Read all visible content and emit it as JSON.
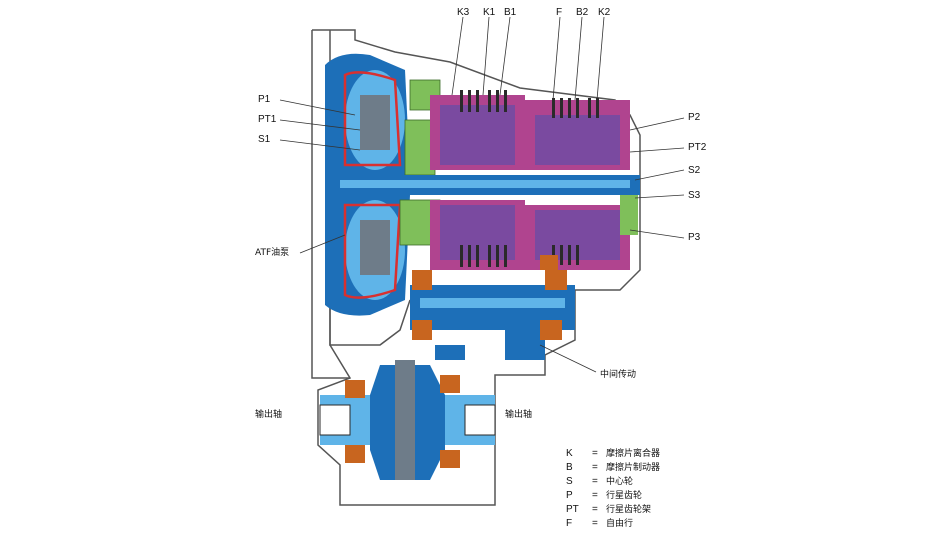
{
  "top_labels": {
    "k3": "K3",
    "k1": "K1",
    "b1": "B1",
    "f": "F",
    "b2": "B2",
    "k2": "K2"
  },
  "left_labels": {
    "p1": "P1",
    "pt1": "PT1",
    "s1": "S1",
    "atf": "ATF油泵"
  },
  "right_labels": {
    "p2": "P2",
    "pt2": "PT2",
    "s2": "S2",
    "s3": "S3",
    "p3": "P3"
  },
  "bottom_labels": {
    "intermediate": "中间传动",
    "output_left": "输出轴",
    "output_right": "输出轴"
  },
  "legend": [
    {
      "key": "K",
      "eq": "=",
      "value": "摩擦片离合器"
    },
    {
      "key": "B",
      "eq": "=",
      "value": "摩擦片制动器"
    },
    {
      "key": "S",
      "eq": "=",
      "value": "中心轮"
    },
    {
      "key": "P",
      "eq": "=",
      "value": "行星齿轮"
    },
    {
      "key": "PT",
      "eq": "=",
      "value": "行星齿轮架"
    },
    {
      "key": "F",
      "eq": "=",
      "value": "自由行"
    }
  ],
  "colors": {
    "blue": "#1d6fb8",
    "light_blue": "#5fb4e8",
    "magenta": "#b0448f",
    "purple": "#7a4aa0",
    "green": "#7fbf5a",
    "brown": "#c8651f",
    "red": "#d83030",
    "gray": "#9aa0a6",
    "dark": "#2a2a2a"
  }
}
